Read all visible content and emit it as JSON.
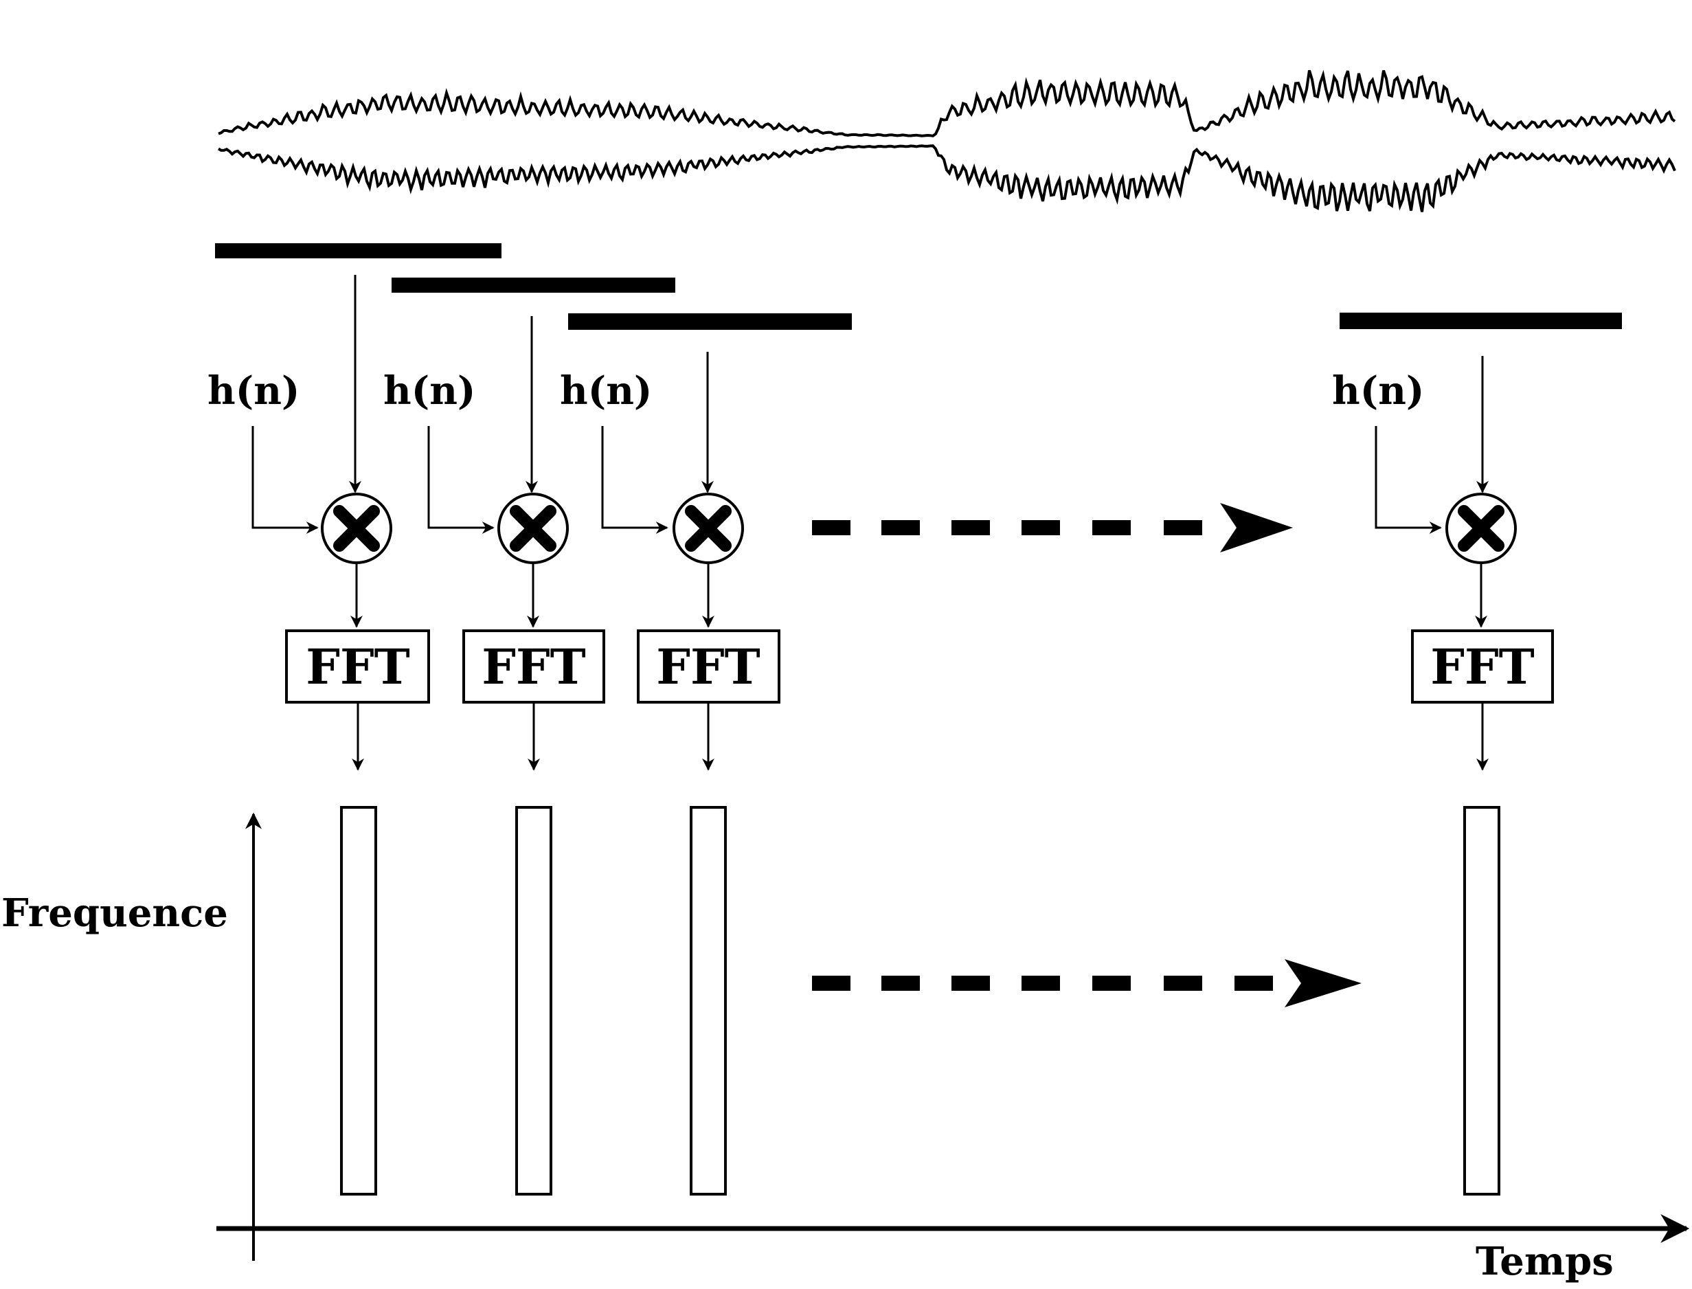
{
  "diagram": {
    "window_label": "h(n)",
    "fft_label": "FFT",
    "multiply_symbol": "multiply-icon",
    "y_axis_label": "Frequence",
    "x_axis_label": "Temps",
    "stage_count_visible": 4
  }
}
